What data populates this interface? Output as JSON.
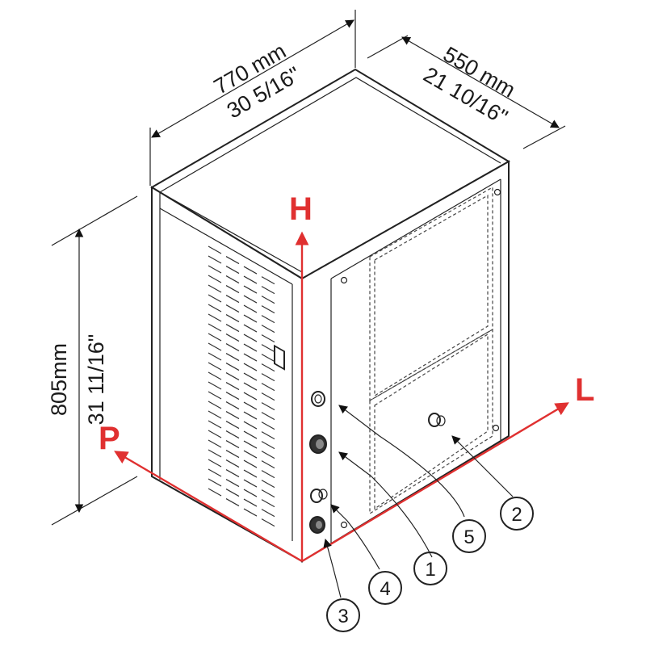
{
  "dimensions": {
    "width_mm": "770 mm",
    "width_in": "30 5/16\"",
    "depth_mm": "550 mm",
    "depth_in": "21 10/16\"",
    "height_mm": "805mm",
    "height_in": "31 11/16\""
  },
  "axes": {
    "h": "H",
    "l": "L",
    "p": "P"
  },
  "colors": {
    "axis": "#e03030",
    "line": "#222222"
  },
  "callouts": [
    "1",
    "2",
    "3",
    "4",
    "5"
  ]
}
